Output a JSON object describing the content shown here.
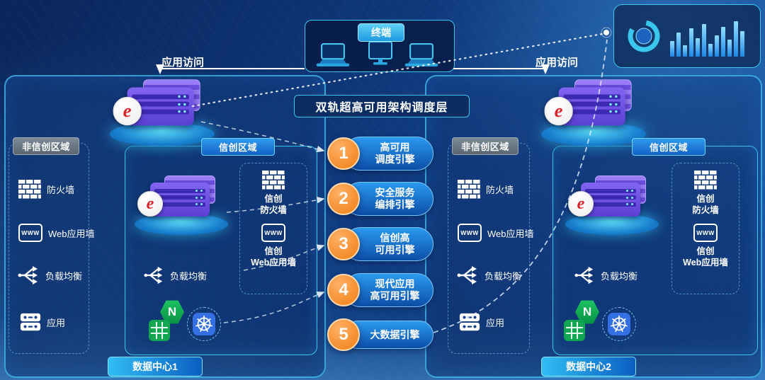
{
  "title": "双轨超高可用架构调度层",
  "terminal": {
    "label": "终端"
  },
  "access": {
    "left": "应用访问",
    "right": "应用访问"
  },
  "dashboard": {
    "bars": [
      22,
      34,
      16,
      40,
      26,
      46,
      18,
      30,
      42,
      24,
      50,
      36
    ]
  },
  "engines": [
    {
      "num": "1",
      "label": "高可用\n调度引擎"
    },
    {
      "num": "2",
      "label": "安全服务\n编排引擎"
    },
    {
      "num": "3",
      "label": "信创高\n可用引擎"
    },
    {
      "num": "4",
      "label": "现代应用\n高可用引擎"
    },
    {
      "num": "5",
      "label": "大数据引擎"
    }
  ],
  "icons": {
    "www": "WWW",
    "nginx": "N",
    "logo": "e"
  },
  "dc1": {
    "zone_non_xc": "非信创区域",
    "zone_xc": "信创区域",
    "items": [
      {
        "label": "防火墙"
      },
      {
        "label": "Web应用墙"
      },
      {
        "label": "负载均衡"
      },
      {
        "label": "应用"
      }
    ],
    "xc_firewall": "信创\n防火墙",
    "xc_waf": "信创\nWeb应用墙",
    "xc_lb": "负载均衡",
    "footer": "数据中心1"
  },
  "dc2": {
    "zone_non_xc": "非信创区域",
    "zone_xc": "信创区域",
    "items": [
      {
        "label": "防火墙"
      },
      {
        "label": "Web应用墙"
      },
      {
        "label": "负载均衡"
      },
      {
        "label": "应用"
      }
    ],
    "xc_firewall": "信创\n防火墙",
    "xc_waf": "信创\nWeb应用墙",
    "xc_lb": "负载均衡",
    "footer": "数据中心2"
  }
}
